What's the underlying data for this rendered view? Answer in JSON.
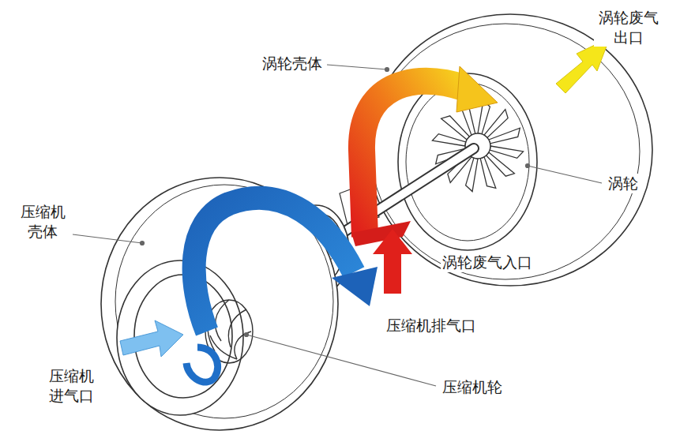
{
  "diagram": {
    "labels": [
      "涡轮壳体",
      "涡轮废气 出口",
      "涡轮",
      "压缩机 壳体",
      "涡轮废气入口",
      "压缩机排气口",
      "压缩机 进气口",
      "压缩机轮"
    ]
  }
}
